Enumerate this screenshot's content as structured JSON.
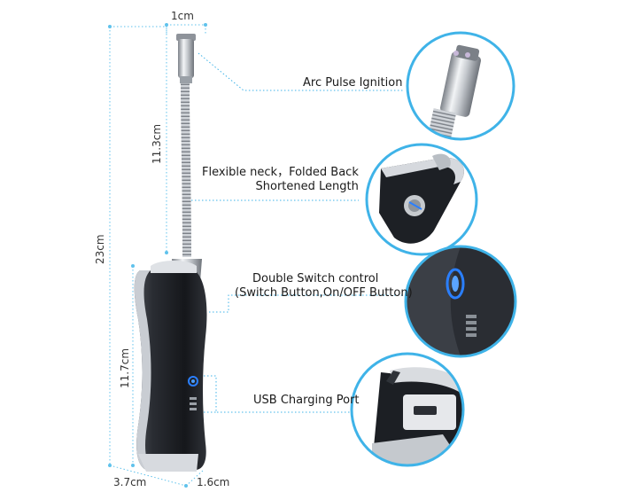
{
  "dimensions": {
    "top_width": "1cm",
    "neck_length": "11.3cm",
    "total_length": "23cm",
    "handle_length": "11.7cm",
    "bottom_width": "3.7cm",
    "bottom_depth": "1.6cm"
  },
  "callouts": [
    {
      "id": "arc",
      "lines": [
        "Arc Pulse Ignition"
      ]
    },
    {
      "id": "neck",
      "lines": [
        "Flexible neck，Folded Back",
        "Shortened Length"
      ]
    },
    {
      "id": "switch",
      "lines": [
        "Double Switch control",
        "(Switch Button,On/OFF Button)"
      ]
    },
    {
      "id": "usb",
      "lines": [
        "USB Charging Port"
      ]
    }
  ],
  "colors": {
    "leader": "#3fb3e8",
    "dimension_line": "#5fc2ec",
    "circle_border": "#3fb3e8",
    "body": "#1b1d22",
    "chrome": "#c9cdd3",
    "led": "#2a7fff"
  }
}
